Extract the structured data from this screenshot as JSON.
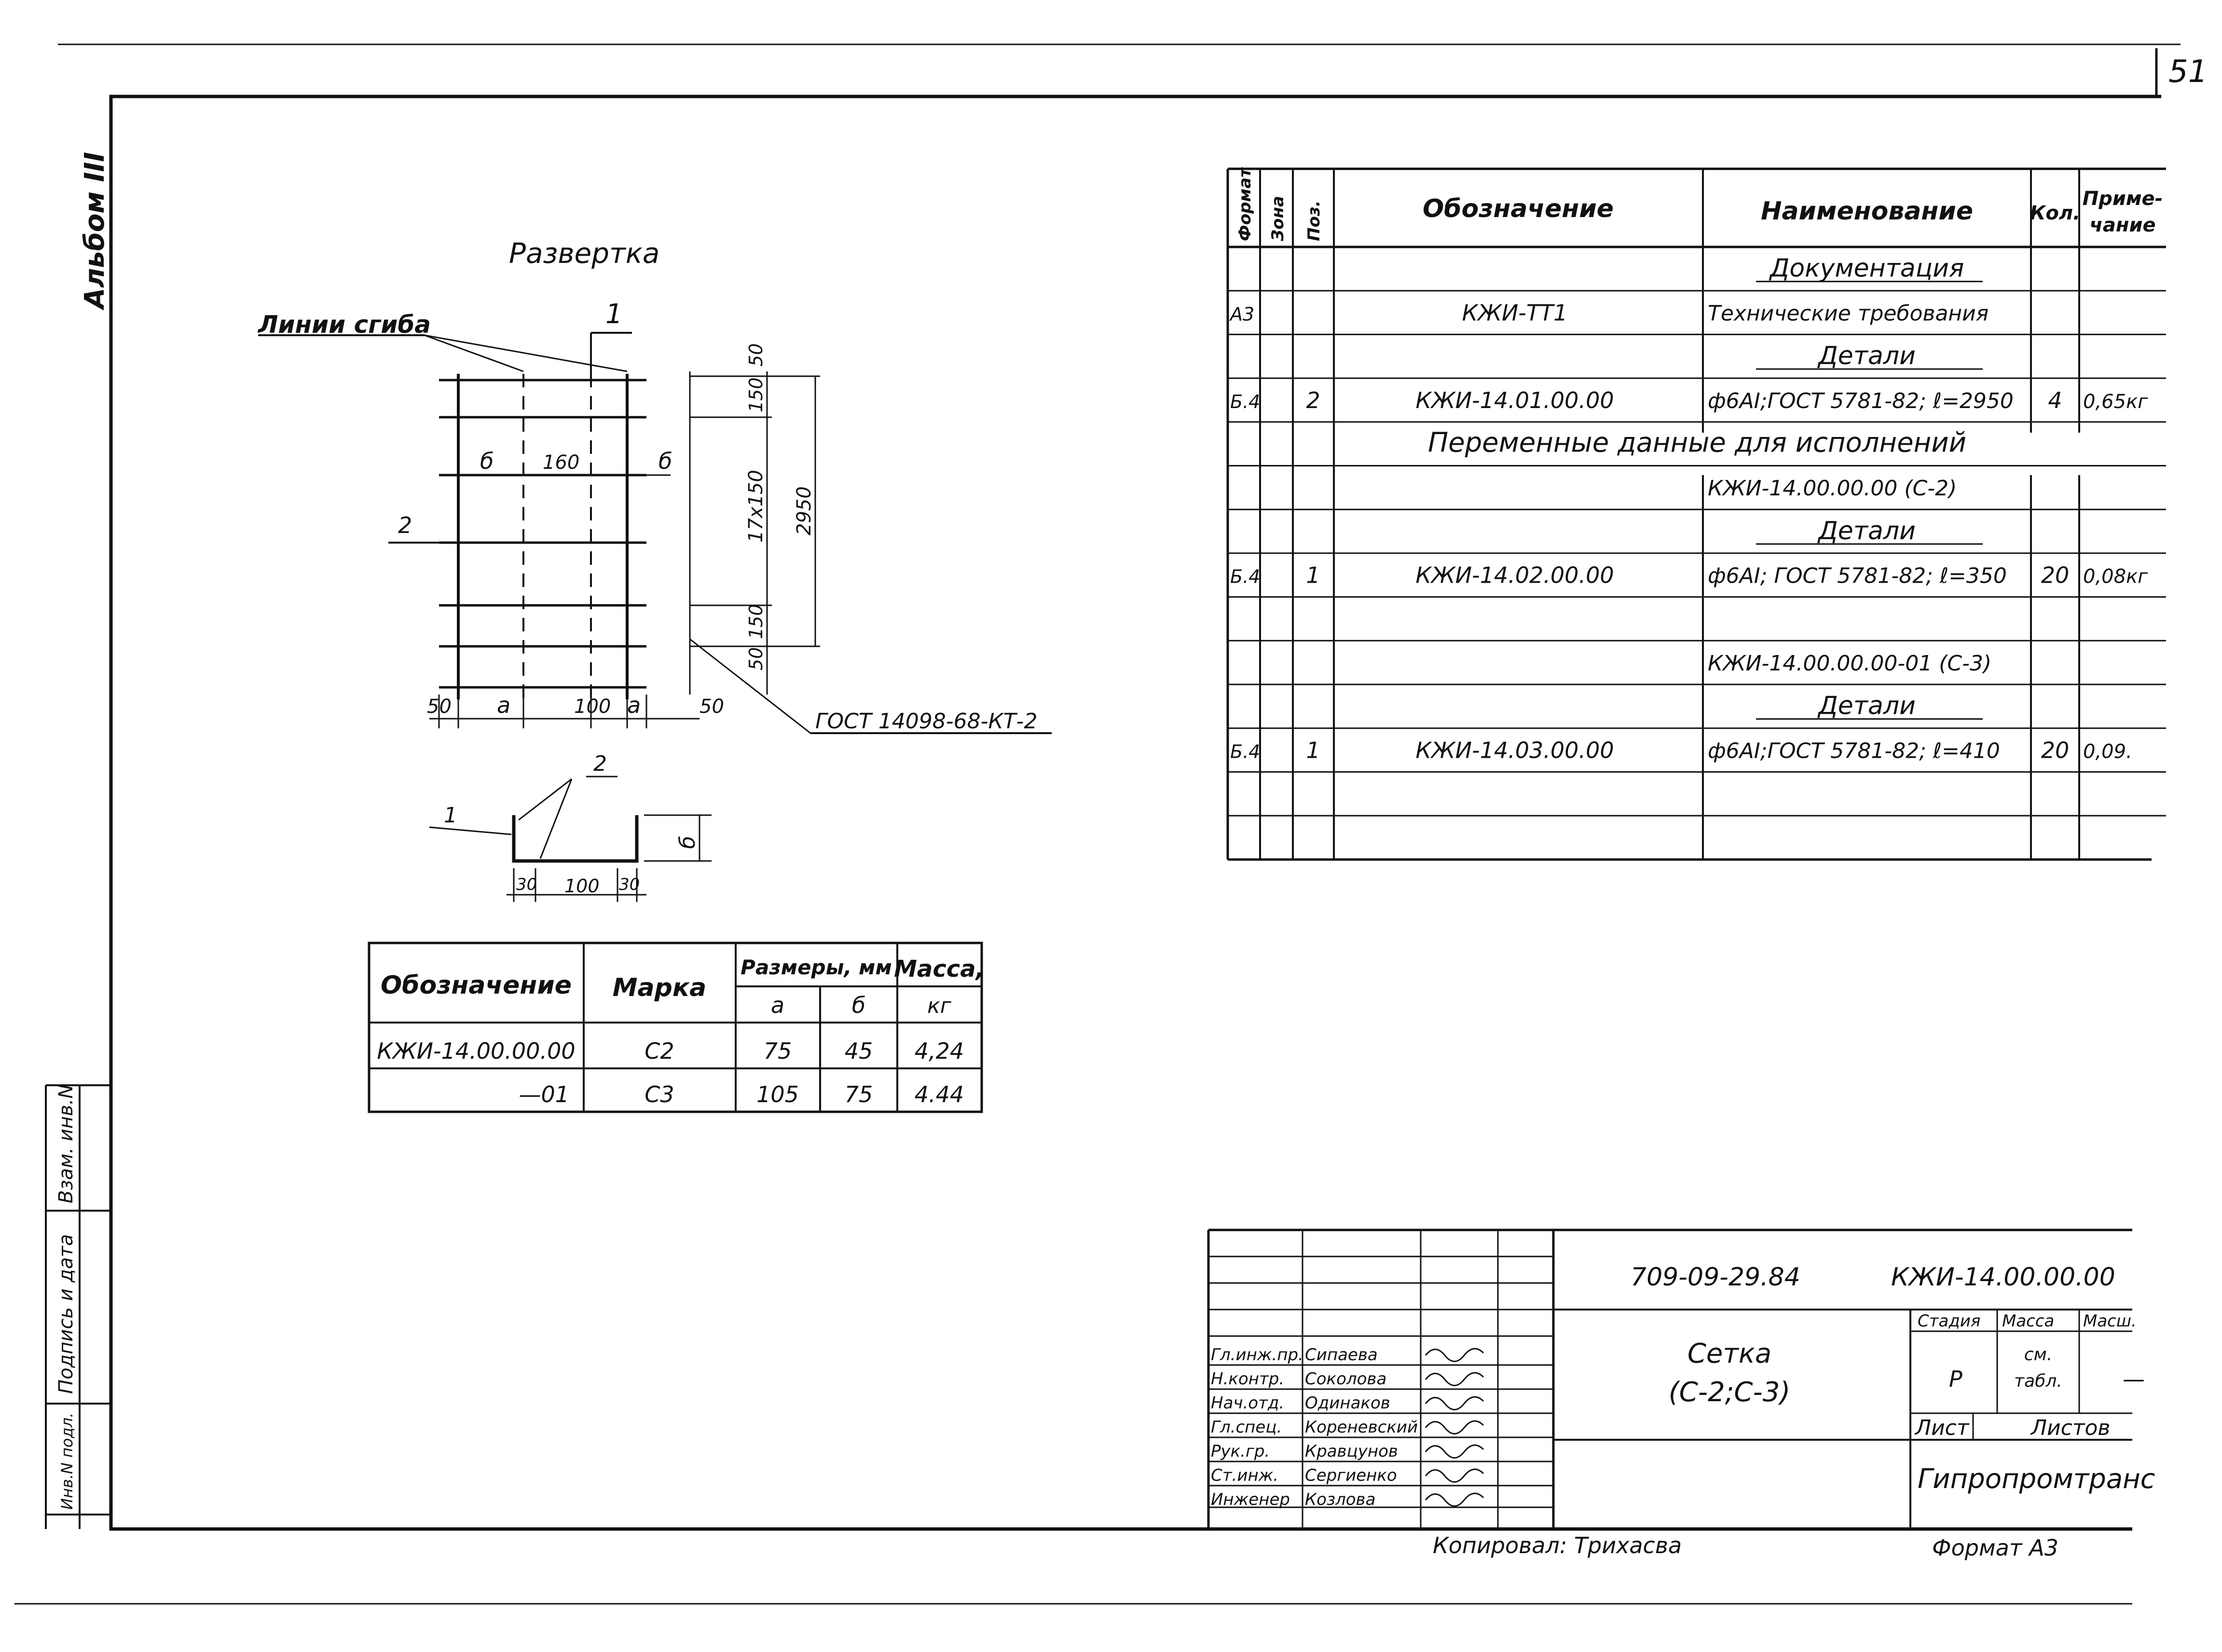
{
  "page_number": "51",
  "album_label": "Альбом III",
  "margin_labels": {
    "inv": "Взам. инв.N",
    "sign_date": "Подпись и дата",
    "inv_orig": "Инв.N подл."
  },
  "drawing": {
    "title": "Развертка",
    "bend_lines_label": "Линии сгиба",
    "section_mark": "1",
    "pos_2": "2",
    "dim_b_left": "б",
    "dim_160": "160",
    "dim_b_right": "б",
    "dim_50_left": "50",
    "dim_a_left": "а",
    "dim_100": "100",
    "dim_a_right": "а",
    "dim_50_right": "50",
    "dim_50_top": "50",
    "dim_150_top": "150",
    "dim_17x150": "17х150",
    "dim_2950": "2950",
    "dim_150_bot": "150",
    "dim_50_bot": "50",
    "gost_weld": "ГОСТ 14098-68-КТ-2",
    "section_pos1": "1",
    "section_pos2": "2",
    "sec_dim_30_left": "30",
    "sec_dim_100": "100",
    "sec_dim_30_right": "30",
    "sec_dim_b": "б"
  },
  "variants_table": {
    "headers": {
      "designation": "Обозначение",
      "mark": "Марка",
      "sizes": "Размеры, мм",
      "mass": "Масса,",
      "mass_unit": "кг",
      "a": "а",
      "b": "б"
    },
    "rows": [
      {
        "designation": "КЖИ-14.00.00.00",
        "mark": "С2",
        "a": "75",
        "b": "45",
        "mass": "4,24"
      },
      {
        "designation": "—01",
        "mark": "С3",
        "a": "105",
        "b": "75",
        "mass": "4.44"
      }
    ]
  },
  "spec_table": {
    "headers": {
      "format": "Формат",
      "zone": "Зона",
      "pos": "Поз.",
      "designation": "Обозначение",
      "name": "Наименование",
      "qty": "Кол.",
      "note_1": "Приме-",
      "note_2": "чание"
    },
    "rows": [
      {
        "format": "",
        "zone": "",
        "pos": "",
        "designation": "",
        "name": "Документация",
        "qty": "",
        "note": "",
        "style": "section"
      },
      {
        "format": "А3",
        "zone": "",
        "pos": "",
        "designation": "КЖИ-ТТ1",
        "name": "Технические требования",
        "qty": "",
        "note": "",
        "style": "normal"
      },
      {
        "format": "",
        "zone": "",
        "pos": "",
        "designation": "",
        "name": "Детали",
        "qty": "",
        "note": "",
        "style": "section"
      },
      {
        "format": "Б.4",
        "zone": "",
        "pos": "2",
        "designation": "КЖИ-14.01.00.00",
        "name": "ф6АI;ГОСТ 5781-82; ℓ=2950",
        "qty": "4",
        "note": "0,65кг",
        "style": "normal"
      },
      {
        "format": "",
        "zone": "",
        "pos": "",
        "designation": "",
        "name": "",
        "qty": "",
        "note": "",
        "style": "spanning",
        "text": "Переменные данные для исполнений"
      },
      {
        "format": "",
        "zone": "",
        "pos": "",
        "designation": "",
        "name": "КЖИ-14.00.00.00 (С-2)",
        "qty": "",
        "note": "",
        "style": "normal"
      },
      {
        "format": "",
        "zone": "",
        "pos": "",
        "designation": "",
        "name": "Детали",
        "qty": "",
        "note": "",
        "style": "section"
      },
      {
        "format": "Б.4",
        "zone": "",
        "pos": "1",
        "designation": "КЖИ-14.02.00.00",
        "name": "ф6АI; ГОСТ 5781-82; ℓ=350",
        "qty": "20",
        "note": "0,08кг",
        "style": "normal"
      },
      {
        "format": "",
        "zone": "",
        "pos": "",
        "designation": "",
        "name": "",
        "qty": "",
        "note": "",
        "style": "normal"
      },
      {
        "format": "",
        "zone": "",
        "pos": "",
        "designation": "",
        "name": "КЖИ-14.00.00.00-01 (С-3)",
        "qty": "",
        "note": "",
        "style": "normal"
      },
      {
        "format": "",
        "zone": "",
        "pos": "",
        "designation": "",
        "name": "Детали",
        "qty": "",
        "note": "",
        "style": "section"
      },
      {
        "format": "Б.4",
        "zone": "",
        "pos": "1",
        "designation": "КЖИ-14.03.00.00",
        "name": "ф6АI;ГОСТ 5781-82; ℓ=410",
        "qty": "20",
        "note": "0,09.",
        "style": "normal"
      },
      {
        "format": "",
        "zone": "",
        "pos": "",
        "designation": "",
        "name": "",
        "qty": "",
        "note": "",
        "style": "normal"
      },
      {
        "format": "",
        "zone": "",
        "pos": "",
        "designation": "",
        "name": "",
        "qty": "",
        "note": "",
        "style": "normal"
      }
    ]
  },
  "title_block": {
    "project_code": "709-09-29.84",
    "doc_code": "КЖИ-14.00.00.00",
    "title_1": "Сетка",
    "title_2": "(С-2;С-3)",
    "stage_label": "Стадия",
    "mass_label": "Масса",
    "scale_label": "Масш.",
    "stage_value": "Р",
    "mass_value_1": "см.",
    "mass_value_2": "табл.",
    "scale_value": "—",
    "sheet_label": "Лист",
    "sheets_label": "Листов",
    "organization": "Гипропромтранс",
    "copied": "Копировал: Трихасва",
    "format": "Формат А3",
    "signatures": [
      {
        "role": "Гл.инж.пр.",
        "name": "Сипаева"
      },
      {
        "role": "Н.контр.",
        "name": "Соколова"
      },
      {
        "role": "Нач.отд.",
        "name": "Одинаков"
      },
      {
        "role": "Гл.спец.",
        "name": "Кореневский"
      },
      {
        "role": "Рук.гр.",
        "name": "Кравцунов"
      },
      {
        "role": "Ст.инж.",
        "name": "Сергиенко"
      },
      {
        "role": "Инженер",
        "name": "Козлова"
      }
    ]
  }
}
